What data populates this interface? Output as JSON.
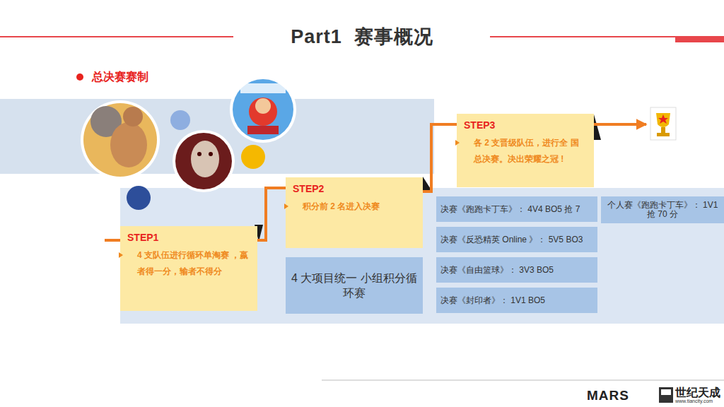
{
  "diagram": {
    "title": "Part1  赛事概况",
    "nodes": [
      {
        "text": [
          "STEP1",
          "4 支队伍进行循环单淘赛 ，嬴者得一分，输者不得分"
        ]
      },
      {
        "text": [
          "STEP2",
          "积分前 2 名进入决赛"
        ]
      },
      {
        "text": [
          "STEP3",
          "各 2 支晋级队伍，进行全 国总决赛。决出荣耀之冠 !"
        ]
      },
      {
        "text": [
          "4 大项目统一 小组积分循环赛"
        ]
      },
      {
        "text": [
          "决赛《跑跑卡丁车》： 4V4 BO5 抢 7"
        ]
      },
      {
        "text": [
          "决赛《反恐精英 Online 》： 5V5 BO3"
        ]
      },
      {
        "text": [
          "决赛《自由篮球》： 3V3 BO5"
        ]
      },
      {
        "text": [
          "决赛《封印者》： 1V1 BO5"
        ]
      },
      {
        "text": [
          "个人赛《跑跑卡丁车》： 1V1 抢 70 分"
        ]
      }
    ],
    "edges": [
      {
        "from": 0,
        "to": 1,
        "arrow": "none"
      },
      {
        "from": 1,
        "to": 2,
        "arrow": "none"
      }
    ],
    "labels": [
      "总决赛赛制",
      "MARS",
      "世纪天成",
      "www.tiancity.com"
    ]
  }
}
